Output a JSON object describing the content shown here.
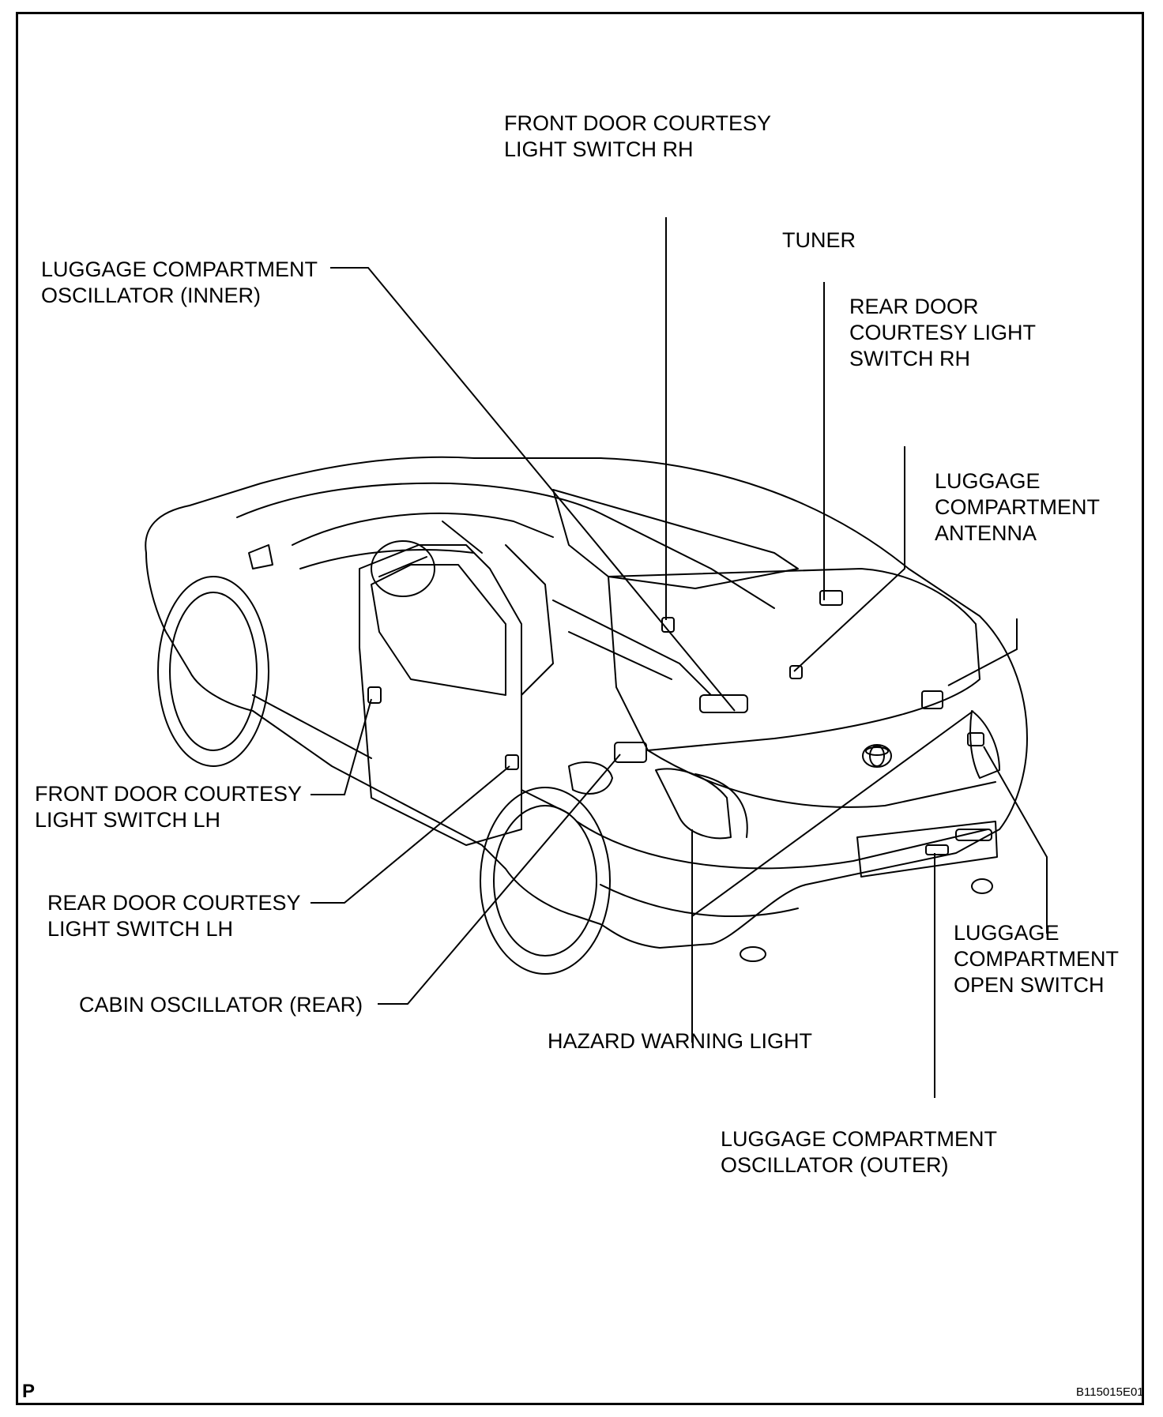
{
  "labels": {
    "front_door_rh": "FRONT DOOR COURTESY\nLIGHT SWITCH RH",
    "tuner": "TUNER",
    "luggage_osc_inner": "LUGGAGE COMPARTMENT\nOSCILLATOR (INNER)",
    "rear_door_rh": "REAR DOOR\nCOURTESY LIGHT\nSWITCH RH",
    "luggage_antenna": "LUGGAGE\nCOMPARTMENT\nANTENNA",
    "front_door_lh": "FRONT DOOR COURTESY\nLIGHT SWITCH LH",
    "rear_door_lh": "REAR DOOR COURTESY\nLIGHT SWITCH LH",
    "cabin_osc_rear": "CABIN OSCILLATOR (REAR)",
    "hazard_light": "HAZARD WARNING LIGHT",
    "luggage_open_switch": "LUGGAGE\nCOMPARTMENT\nOPEN SWITCH",
    "luggage_osc_outer": "LUGGAGE COMPARTMENT\nOSCILLATOR (OUTER)"
  },
  "corner_mark": "P",
  "figure_code": "B115015E01",
  "colors": {
    "ink": "#000000",
    "paper": "#ffffff"
  }
}
